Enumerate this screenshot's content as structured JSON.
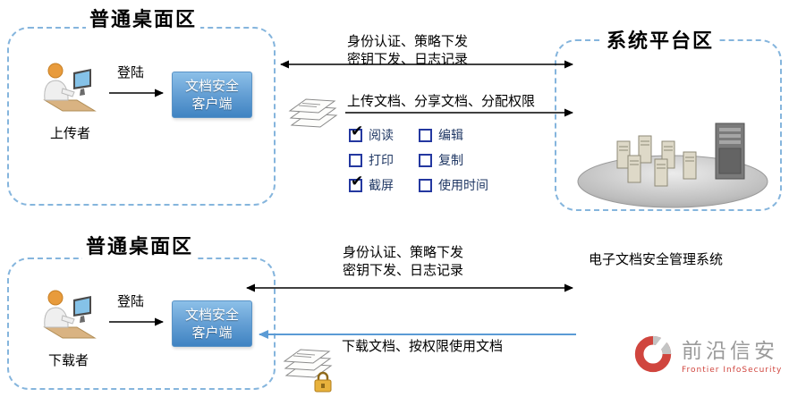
{
  "colors": {
    "zone_border": "#85b5dd",
    "client_blue": "#3f83c2",
    "arrow_blue": "#5b9bd5",
    "checkbox_blue": "#2438a0",
    "logo_red": "#d0453e"
  },
  "upload_zone": {
    "title": "普通桌面区",
    "actor": "上传者",
    "login": "登陆",
    "client_line1": "文档安全",
    "client_line2": "客户端"
  },
  "download_zone": {
    "title": "普通桌面区",
    "actor": "下载者",
    "login": "登陆",
    "client_line1": "文档安全",
    "client_line2": "客户端"
  },
  "platform_zone": {
    "title": "系统平台区",
    "system_name": "电子文档安全管理系统"
  },
  "flows": {
    "auth_top_line1": "身份认证、策略下发",
    "auth_top_line2": "密钥下发、日志记录",
    "upload_docs": "上传文档、分享文档、分配权限",
    "auth_bottom_line1": "身份认证、策略下发",
    "auth_bottom_line2": "密钥下发、日志记录",
    "download_docs": "下载文档、按权限使用文档"
  },
  "permissions": [
    {
      "label": "阅读",
      "checked": true
    },
    {
      "label": "打印",
      "checked": false
    },
    {
      "label": "截屏",
      "checked": true
    },
    {
      "label": "编辑",
      "checked": false
    },
    {
      "label": "复制",
      "checked": false
    },
    {
      "label": "使用时间",
      "checked": false
    }
  ],
  "logo": {
    "name": "前沿信安",
    "subtitle": "Frontier InfoSecurity"
  }
}
